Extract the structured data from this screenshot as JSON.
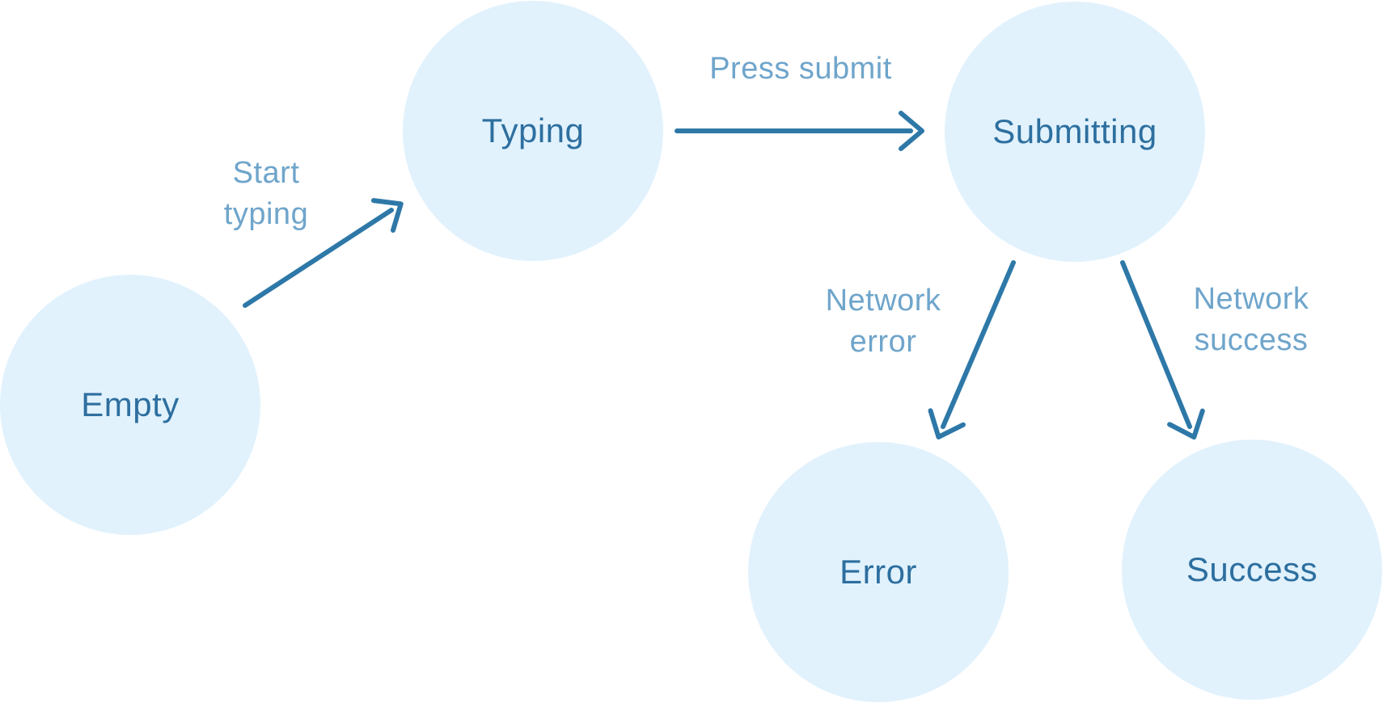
{
  "diagram": {
    "type": "state-machine",
    "colors": {
      "background": "#ffffff",
      "node_fill": "#e1f2fd",
      "node_text": "#2d6f9f",
      "arrow": "#2e78a8",
      "edge_label": "#6fa5cb"
    },
    "nodes": [
      {
        "id": "empty",
        "label": "Empty"
      },
      {
        "id": "typing",
        "label": "Typing"
      },
      {
        "id": "submitting",
        "label": "Submitting"
      },
      {
        "id": "error",
        "label": "Error"
      },
      {
        "id": "success",
        "label": "Success"
      }
    ],
    "edges": [
      {
        "from": "Empty",
        "to": "Typing",
        "label": "Start typing",
        "label_lines": [
          "Start",
          "typing"
        ]
      },
      {
        "from": "Typing",
        "to": "Submitting",
        "label": "Press submit",
        "label_lines": [
          "Press submit"
        ]
      },
      {
        "from": "Submitting",
        "to": "Error",
        "label": "Network error",
        "label_lines": [
          "Network",
          "error"
        ]
      },
      {
        "from": "Submitting",
        "to": "Success",
        "label": "Network success",
        "label_lines": [
          "Network",
          "success"
        ]
      }
    ]
  }
}
